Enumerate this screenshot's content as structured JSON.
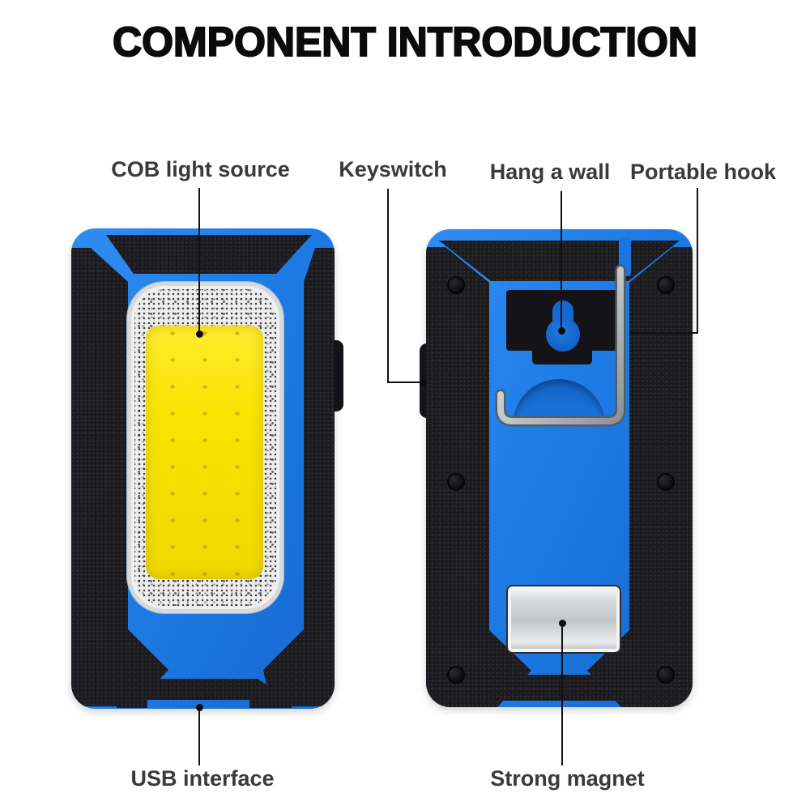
{
  "title": "COMPONENT INTRODUCTION",
  "annotations": {
    "cob": {
      "label": "COB light source",
      "target": "front light panel"
    },
    "keyswitch": {
      "label": "Keyswitch",
      "target": "side button"
    },
    "hang": {
      "label": "Hang a wall",
      "target": "keyhole slot"
    },
    "hook": {
      "label": "Portable hook",
      "target": "metal hook"
    },
    "usb": {
      "label": "USB interface",
      "target": "bottom port"
    },
    "magnet": {
      "label": "Strong magnet",
      "target": "magnet plate"
    }
  },
  "colors": {
    "body_blue": "#1e7ce6",
    "shell_black": "#1a1a1f",
    "cob_yellow": "#f8e402",
    "frame_silver": "#ededed",
    "magnet_silver": "#d8dadc",
    "leader_line": "#111111",
    "label_gray": "#3a3a3a",
    "title_black": "#0b0b0b"
  }
}
